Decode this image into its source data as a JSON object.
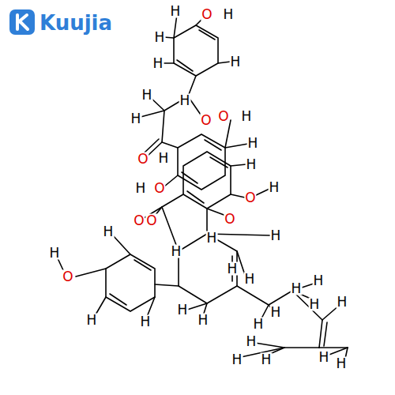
{
  "diagram": {
    "labels": [
      "Kuujia",
      "H",
      "O",
      "H",
      "H",
      "H",
      "H",
      "H",
      "H",
      "H",
      "O",
      "O",
      "H",
      "O",
      "H",
      "H",
      "H",
      "H",
      "O",
      "O",
      "H",
      "O",
      "O",
      "O",
      "H",
      "H",
      "H",
      "H",
      "O",
      "H",
      "H",
      "H",
      "H",
      "H",
      "H",
      "H",
      "H",
      "H",
      "H",
      "H",
      "H",
      "H",
      "H",
      "H",
      "H",
      "H",
      "H"
    ]
  }
}
